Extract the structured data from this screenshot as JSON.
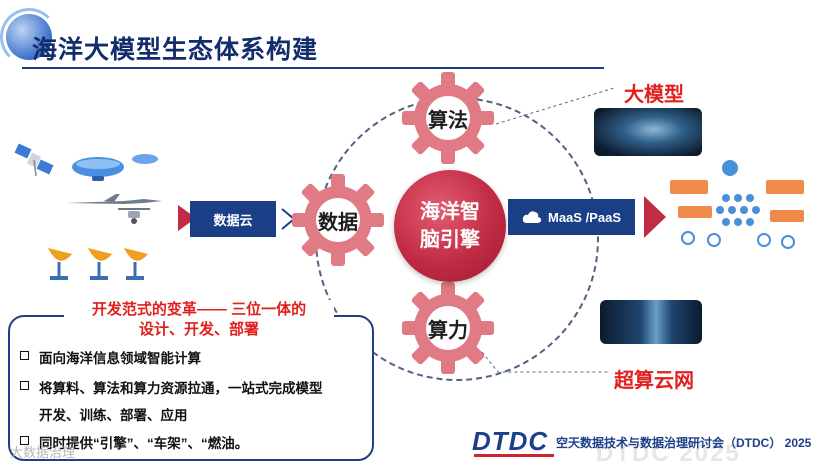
{
  "header": {
    "title": "海洋大模型生态体系构建"
  },
  "left_flow": {
    "cloud_label": "数据云"
  },
  "center": {
    "core_line1": "海洋智",
    "core_line2": "脑引擎",
    "gears": {
      "top": "算法",
      "left": "数据",
      "bottom": "算力"
    }
  },
  "right_flow": {
    "service_label": "MaaS /PaaS"
  },
  "outputs": {
    "large_model": "大模型",
    "supercompute": "超算云网"
  },
  "info": {
    "heading_line1": "开发范式的变革—— 三位一体的",
    "heading_line2": "设计、开发、部署",
    "bullets": [
      "面向海洋信息领域智能计算",
      "将算料、算法和算力资源拉通，一站式完成模型",
      "同时提供“引擎”、“车架”、“燃油。"
    ],
    "bullet2_cont": "开发、训练、部署、应用"
  },
  "footer": {
    "logo": "DTDC",
    "conference": "空天数据技术与数据治理研讨会（DTDC） 2025"
  },
  "watermarks": {
    "left": "大数据治理",
    "right": "DTDC 2025"
  },
  "colors": {
    "navy": "#1b3f86",
    "red": "#e02020",
    "gear": "#e07a85"
  }
}
